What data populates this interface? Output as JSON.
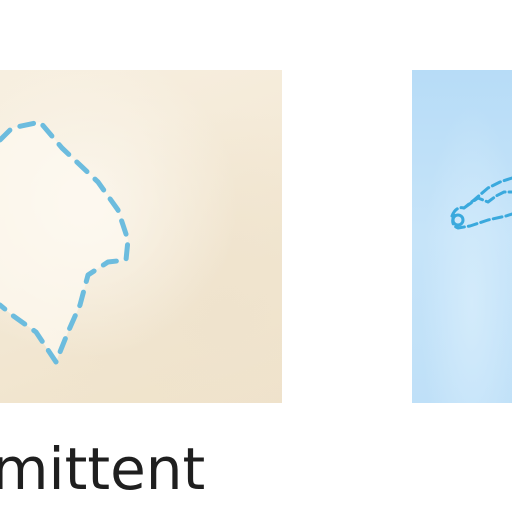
{
  "caption": {
    "text": "mittent"
  },
  "cards": [
    {
      "name": "region-card-plain",
      "outline_color": "#6cbcde"
    },
    {
      "name": "region-card-sky",
      "outline_color": "#3aa9dd"
    }
  ],
  "colors": {
    "plain_card_bg": "#f4ead8",
    "sky_card_bg": "#bfe0f8",
    "caption_text": "#1f1f1f"
  }
}
